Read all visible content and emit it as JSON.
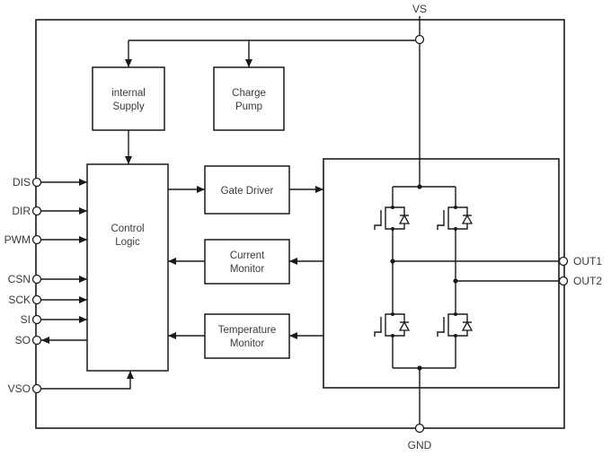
{
  "colors": {
    "line": "#1a1a1a",
    "text": "#3a3a3a",
    "background": "#ffffff"
  },
  "pins": {
    "vs": "VS",
    "gnd": "GND",
    "out1": "OUT1",
    "out2": "OUT2",
    "left": [
      "DIS",
      "DIR",
      "PWM",
      "CSN",
      "SCK",
      "SI",
      "SO",
      "VSO"
    ]
  },
  "blocks": {
    "internal_supply": {
      "line1": "internal",
      "line2": "Supply"
    },
    "charge_pump": {
      "line1": "Charge",
      "line2": "Pump"
    },
    "control_logic": {
      "line1": "Control",
      "line2": "Logic"
    },
    "gate_driver": {
      "line1": "Gate Driver"
    },
    "current_monitor": {
      "line1": "Current",
      "line2": "Monitor"
    },
    "temperature_monitor": {
      "line1": "Temperature",
      "line2": "Monitor"
    }
  }
}
